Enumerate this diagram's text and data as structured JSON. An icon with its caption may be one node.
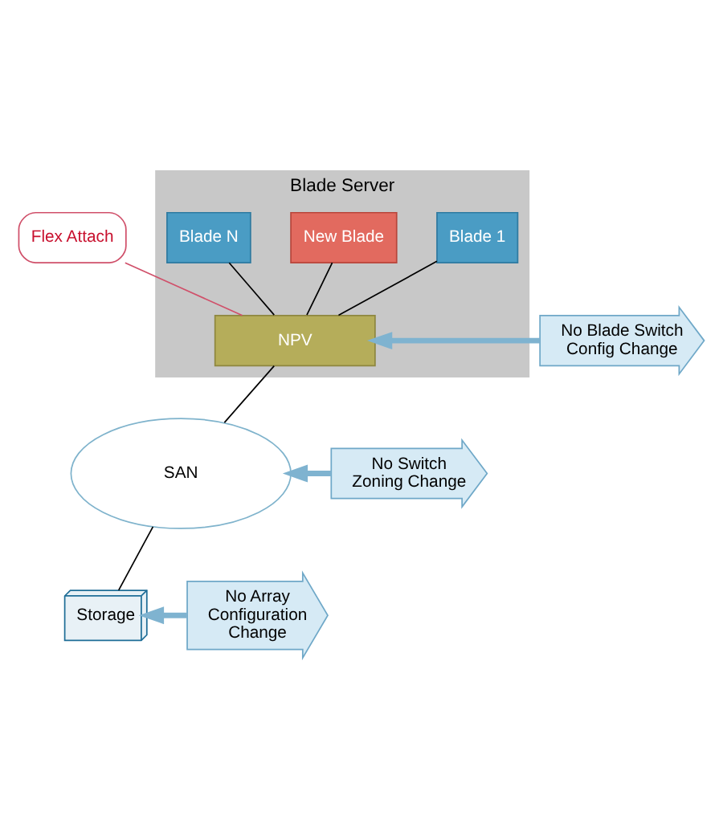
{
  "diagram": {
    "nodes": [
      {
        "text": [
          "Blade Server"
        ]
      },
      {
        "text": [
          "Blade 1"
        ],
        "in": 0
      },
      {
        "text": [
          "New Blade"
        ],
        "in": 0
      },
      {
        "text": [
          "Blade N"
        ],
        "in": 0
      },
      {
        "text": [
          "NPV"
        ],
        "in": 0
      },
      {
        "text": [
          "Flex Attach"
        ]
      },
      {
        "text": [
          "No Blade Switch Config Change"
        ]
      },
      {
        "text": [
          "SAN"
        ]
      },
      {
        "text": [
          "No Switch Zoning Change"
        ]
      },
      {
        "text": [
          "Storage"
        ]
      },
      {
        "text": [
          "No Array Configuration Change"
        ]
      }
    ],
    "edges": [
      {
        "from": 1,
        "to": 4,
        "arrow": "none"
      },
      {
        "from": 2,
        "to": 4,
        "arrow": "none"
      },
      {
        "from": 3,
        "to": 4,
        "arrow": "none"
      },
      {
        "from": 5,
        "to": 4,
        "arrow": "none",
        "color": "#d0506a"
      },
      {
        "from": 4,
        "to": 7,
        "arrow": "none"
      },
      {
        "from": 7,
        "to": 9,
        "arrow": "none"
      },
      {
        "from": 6,
        "to": 4,
        "arrow": "to",
        "style": "thick",
        "color": "#7fb3d0"
      },
      {
        "from": 8,
        "to": 7,
        "arrow": "to",
        "style": "thick",
        "color": "#7fb3d0"
      },
      {
        "from": 10,
        "to": 9,
        "arrow": "to",
        "style": "thick",
        "color": "#7fb3d0"
      }
    ]
  }
}
